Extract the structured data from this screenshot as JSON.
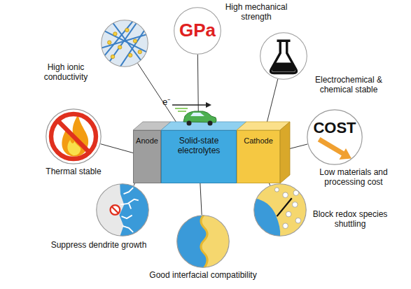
{
  "diagram": {
    "nodes": [
      {
        "text": [
          "Anode"
        ]
      },
      {
        "text": [
          "Solid-state electrolytes"
        ]
      },
      {
        "text": [
          "Cathode"
        ]
      },
      {
        "text": [
          "High ionic conductivity"
        ]
      },
      {
        "text": [
          "GPa",
          "High mechanical strength"
        ]
      },
      {
        "text": [
          "Electrochemical & chemical stable"
        ]
      },
      {
        "text": [
          "Thermal stable"
        ]
      },
      {
        "text": [
          "COST",
          "Low materials and processing cost"
        ]
      },
      {
        "text": [
          "Suppress dendrite growth"
        ]
      },
      {
        "text": [
          "Good interfacial compatibility"
        ]
      },
      {
        "text": [
          "Block redox species shuttling"
        ]
      }
    ],
    "edges": [
      {
        "from": 3,
        "to": 1,
        "arrow": "none"
      },
      {
        "from": 4,
        "to": 1,
        "arrow": "none"
      },
      {
        "from": 5,
        "to": 2,
        "arrow": "none"
      },
      {
        "from": 6,
        "to": 0,
        "arrow": "none"
      },
      {
        "from": 7,
        "to": 2,
        "arrow": "none"
      },
      {
        "from": 8,
        "to": 0,
        "arrow": "none"
      },
      {
        "from": 9,
        "to": 1,
        "arrow": "none"
      },
      {
        "from": 10,
        "to": 2,
        "arrow": "none"
      }
    ],
    "labels": [
      "e⁻"
    ]
  }
}
